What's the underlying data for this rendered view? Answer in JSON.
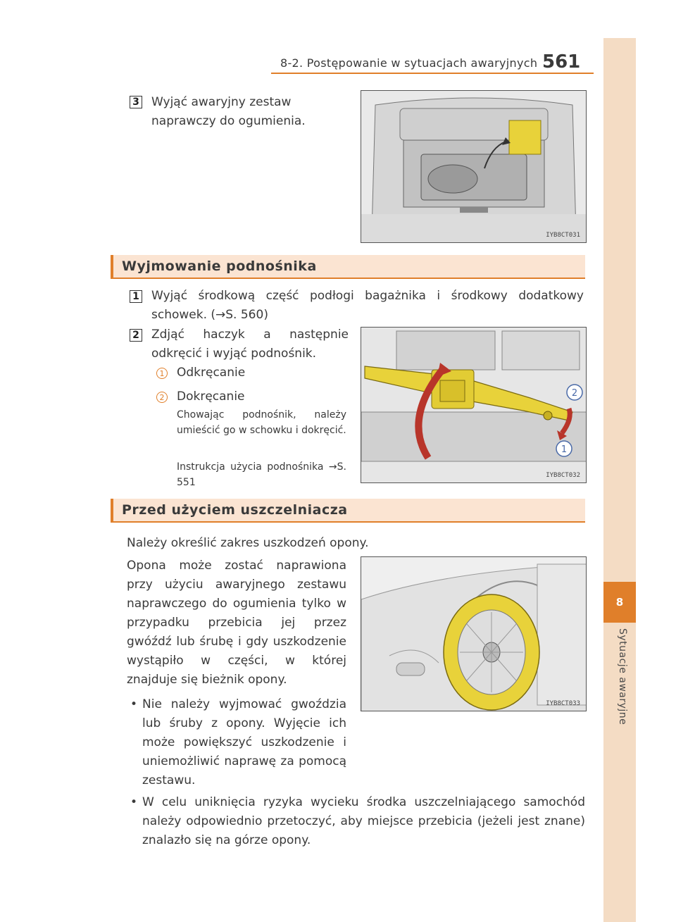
{
  "header": {
    "section_title": "8-2. Postępowanie w sytuacjach awaryjnych",
    "page_number": "561"
  },
  "side_tab": {
    "number": "8",
    "label": "Sytuacje awaryjne"
  },
  "step3": {
    "number": "3",
    "text": "Wyjąć awaryjny zestaw naprawczy do ogumienia.",
    "figure_code": "IYB8CT031"
  },
  "section_jack": {
    "title": "Wyjmowanie podnośnika",
    "step1": {
      "number": "1",
      "text": "Wyjąć środkową część podłogi bagażnika i środkowy dodatkowy schowek. (→S. 560)"
    },
    "step2": {
      "number": "2",
      "text": "Zdjąć haczyk a następnie odkręcić i wyjąć podnośnik.",
      "items": [
        {
          "num": "1",
          "label": "Odkręcanie"
        },
        {
          "num": "2",
          "label": "Dokręcanie"
        }
      ],
      "note1": "Chowając podnośnik, należy umieścić go w schowku i dokręcić.",
      "note2": "Instrukcja użycia podnośnika →S. 551",
      "figure_code": "IYB8CT032"
    }
  },
  "section_sealant": {
    "title": "Przed użyciem uszczelniacza",
    "intro": "Należy określić zakres uszkodzeń opony.",
    "paragraph": "Opona może zostać naprawiona przy użyciu awaryjnego zestawu naprawczego do ogumienia tylko w przypadku przebicia jej przez gwóźdź lub śrubę i gdy uszkodzenie wystąpiło w części, w której znajduje się bieżnik opony.",
    "bullets": [
      "Nie należy wyjmować gwoździa lub śruby z opony. Wyjęcie ich może powiększyć uszkodzenie i uniemożliwić naprawę za pomocą zestawu.",
      "W celu uniknięcia ryzyka wycieku środka uszczelniającego samochód należy odpowiednio przetoczyć, aby miejsce przebicia (jeżeli jest znane) znalazło się na górze opony."
    ],
    "figure_code": "IYB8CT033"
  },
  "colors": {
    "accent": "#e07f2a",
    "section_bg": "#fbe4d2",
    "side_tab_bg": "#f4dcc4",
    "jack_yellow": "#e8d23a"
  }
}
